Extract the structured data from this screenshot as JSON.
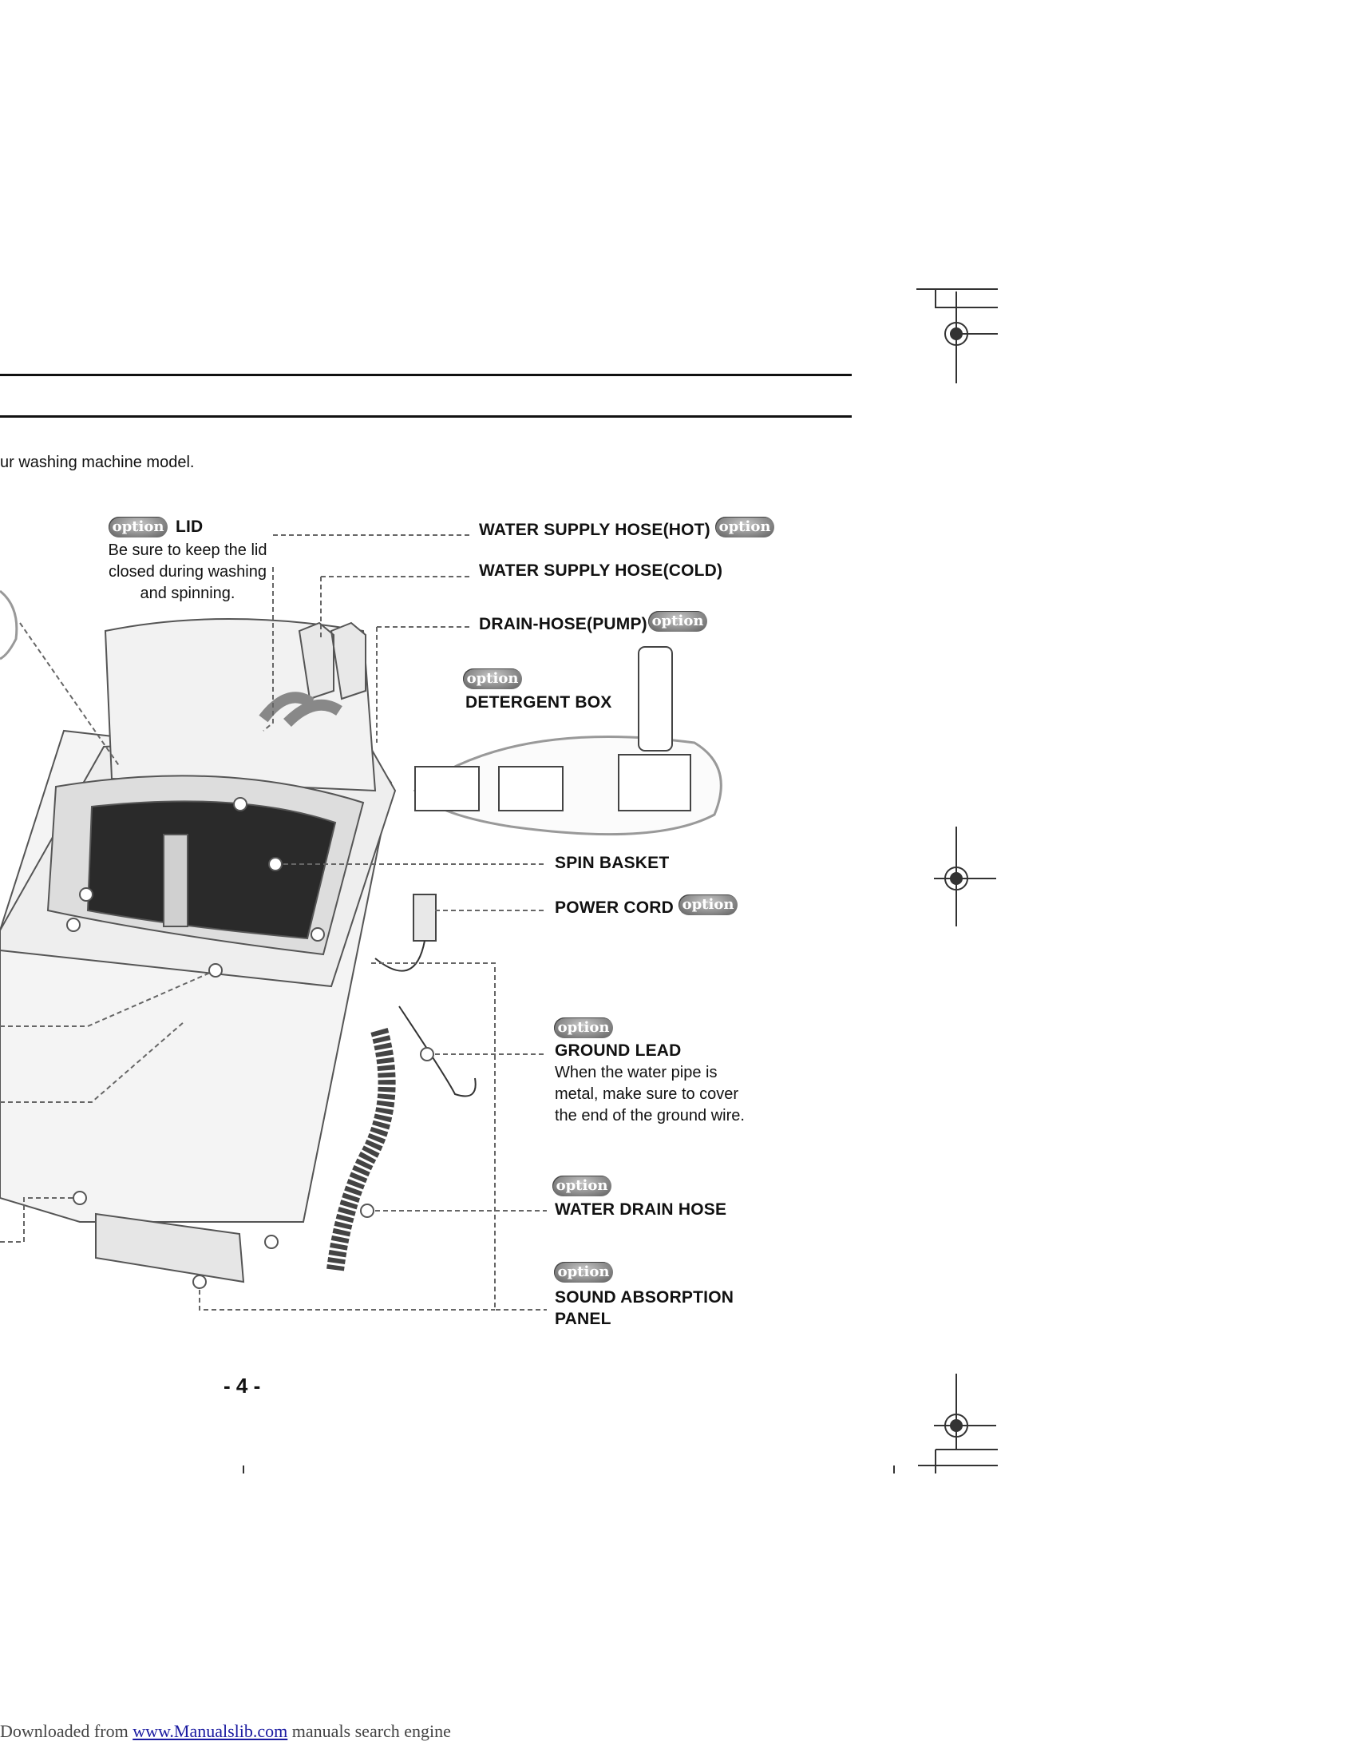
{
  "page": {
    "intro": "ur washing machine model.",
    "page_number": "- 4 -",
    "badge_text": "option"
  },
  "labels": {
    "lid": {
      "title": "LID",
      "description": [
        "Be sure to keep the lid",
        "closed during washing",
        "and spinning."
      ]
    },
    "water_supply_hot": "WATER SUPPLY HOSE(HOT)",
    "water_supply_cold": "WATER SUPPLY HOSE(COLD)",
    "drain_hose_pump": "DRAIN-HOSE(PUMP)",
    "detergent_box": "DETERGENT BOX",
    "spin_basket": "SPIN BASKET",
    "power_cord": "POWER CORD",
    "ground_lead": {
      "title": "GROUND LEAD",
      "description": [
        "When the water pipe is",
        "metal, make sure to cover",
        "the end of the ground wire."
      ]
    },
    "water_drain_hose": "WATER DRAIN HOSE",
    "sound_absorption_panel": [
      "SOUND ABSORPTION",
      "PANEL"
    ]
  },
  "footer": {
    "prefix": "Downloaded from ",
    "link": "www.Manualslib.com",
    "suffix": " manuals search engine"
  }
}
